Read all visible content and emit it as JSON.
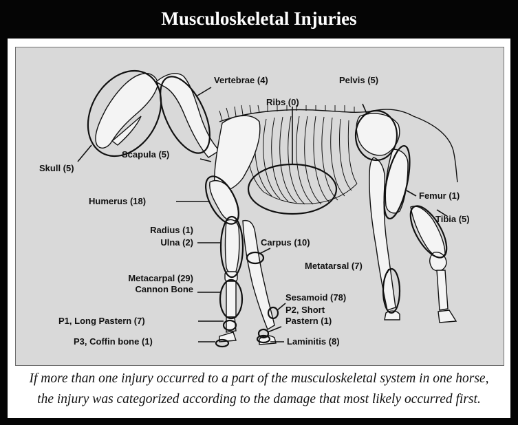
{
  "title": "Musculoskeletal Injuries",
  "labels": {
    "skull": "Skull (5)",
    "vertebrae": "Vertebrae (4)",
    "ribs": "Ribs (0)",
    "pelvis": "Pelvis (5)",
    "scapula": "Scapula (5)",
    "humerus": "Humerus (18)",
    "femur": "Femur (1)",
    "radius": "Radius (1)",
    "ulna": "Ulna (2)",
    "tibia": "Tibia (5)",
    "carpus": "Carpus (10)",
    "metatarsal": "Metatarsal (7)",
    "metacarpal": "Metacarpal (29)",
    "cannon": "Cannon Bone",
    "sesamoid": "Sesamoid (78)",
    "p2_line1": "P2, Short",
    "p2_line2": "Pastern (1)",
    "p1": "P1, Long Pastern (7)",
    "laminitis": "Laminitis (8)",
    "p3": "P3, Coffin bone (1)"
  },
  "caption": {
    "line1": "If more than one injury occurred to a part of the musculoskeletal system in one horse,",
    "line2": "the injury was categorized according to the damage that most likely occurred first."
  },
  "colors": {
    "frame": "#050505",
    "diagram_background": "#d9d9d9",
    "bone_fill": "#f4f4f4",
    "outline": "#111111"
  }
}
